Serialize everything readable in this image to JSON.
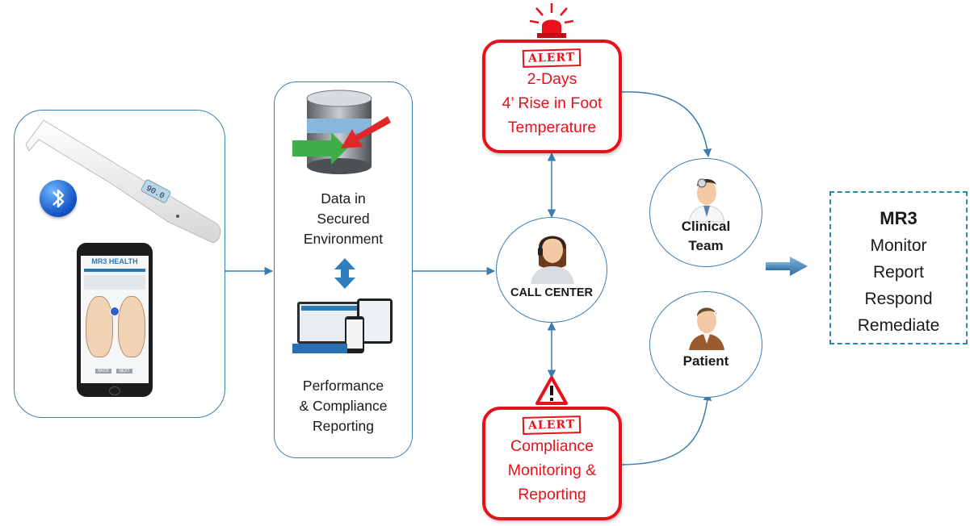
{
  "data_panel": {
    "storage_text": [
      "Data in",
      "Secured",
      "Environment"
    ],
    "reporting_text": [
      "Performance",
      "& Compliance",
      "Reporting"
    ]
  },
  "alerts": {
    "top": {
      "stamp": "ALERT",
      "lines": [
        "2-Days",
        "4’ Rise in Foot",
        "Temperature"
      ]
    },
    "bottom": {
      "stamp": "ALERT",
      "lines": [
        "Compliance",
        "Monitoring &",
        "Reporting"
      ]
    }
  },
  "nodes": {
    "call_center": "CALL CENTER",
    "clinical_team": [
      "Clinical",
      "Team"
    ],
    "patient": "Patient"
  },
  "phone_app": {
    "brand": "MR3 HEALTH",
    "buttons": [
      "BACK",
      "NEXT"
    ]
  },
  "thermometer_reading": "90.0",
  "summary": {
    "title": "MR3",
    "items": [
      "Monitor",
      "Report",
      "Respond",
      "Remediate"
    ]
  },
  "colors": {
    "connector": "#3a7db0",
    "alert": "#e8101a",
    "summary_border": "#2a8aa8"
  }
}
